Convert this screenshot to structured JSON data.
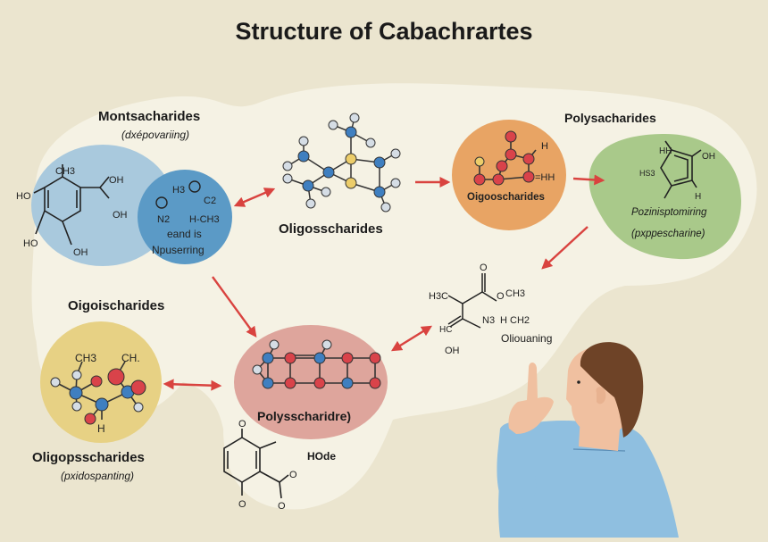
{
  "title": "Structure of Cabachrartes",
  "colors": {
    "background": "#ebe5cf",
    "cloud": "#f5f2e4",
    "blue_light": "#a9c9dd",
    "blue_dark": "#5b9ac6",
    "orange": "#e8a464",
    "green": "#a9c98a",
    "yellow": "#e7d184",
    "pink": "#dea59c",
    "arrow": "#d9433f",
    "atom_blue": "#3f7fc0",
    "atom_red": "#d9434a",
    "atom_yellow": "#eccd6a",
    "atom_grey": "#d5dde5",
    "shirt": "#8fbfe0",
    "hair": "#6e4327",
    "skin": "#f0c0a0"
  },
  "nodes": {
    "monosaccharides": {
      "heading": "Montsacharides",
      "subtitle": "(dxépovariing)",
      "inner_text_1": "eand is",
      "inner_text_2": "Npuserring",
      "labels": {
        "ch3": "CH3",
        "oh1": "OH",
        "oh2": "OH",
        "ho1": "HO",
        "ho2": "HO",
        "oh3": "OH",
        "h3": "H3",
        "o1": "O",
        "o2": "O",
        "c2": "C2",
        "n2": "N2",
        "hch3": "H-CH3"
      }
    },
    "oligosscharides_top": {
      "caption": "Oligosscharides"
    },
    "oligooscharides_orange": {
      "caption": "Oigooscharides",
      "labels": {
        "h": "H",
        "hh": "=HH"
      }
    },
    "polysaccharides_green": {
      "heading": "Polysacharides",
      "caption": "Pozinisptomiring",
      "subtitle": "(pxppescharine)",
      "labels": {
        "hh": "HH",
        "oh": "OH",
        "hs": "HS3",
        "h": "H"
      }
    },
    "olioua": {
      "caption": "Oliouaning",
      "labels": {
        "o": "O",
        "h3c": "H3C",
        "o2": "O",
        "ch3": "CH3",
        "n3": "N3",
        "hch2": "H CH2",
        "hc": "HC",
        "oh": "OH"
      }
    },
    "oligoischarides": {
      "heading": "Oigoischarides",
      "caption": "Oligopsscharides",
      "subtitle": "(pxidospanting)",
      "labels": {
        "ch3": "CH3",
        "ch": "CH.",
        "h": "H"
      }
    },
    "polysscharidre": {
      "caption": "Polysscharidre)",
      "side_label": "HOde",
      "labels": {
        "o1": "O",
        "o2": "O",
        "o3": "O",
        "o4": "O"
      }
    }
  },
  "figure": {
    "description": "person-pointing-up"
  }
}
